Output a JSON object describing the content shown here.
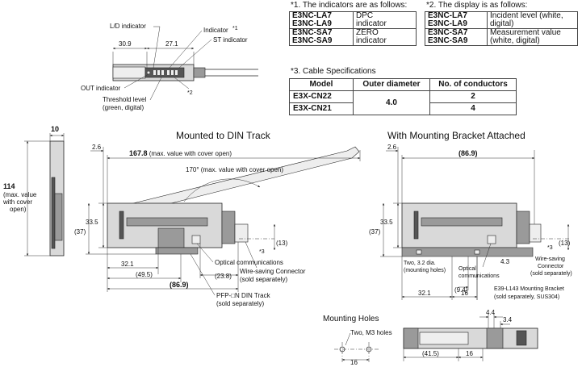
{
  "notes": {
    "note1_title": "*1.  The indicators are as follows:",
    "note2_title": "*2.  The display is as follows:",
    "note3_title": "*3.  Cable Specifications",
    "indicators_rows": [
      {
        "models": [
          "E3NC-LA7",
          "E3NC-LA9"
        ],
        "desc": [
          "DPC",
          "indicator"
        ]
      },
      {
        "models": [
          "E3NC-SA7",
          "E3NC-SA9"
        ],
        "desc": [
          "ZERO",
          "indicator"
        ]
      }
    ],
    "display_rows": [
      {
        "models": [
          "E3NC-LA7",
          "E3NC-LA9"
        ],
        "desc": [
          "Incident level (white,",
          "digital)"
        ]
      },
      {
        "models": [
          "E3NC-SA7",
          "E3NC-SA9"
        ],
        "desc": [
          "Measurement value",
          "(white, digital)"
        ]
      }
    ]
  },
  "cable": {
    "headers": [
      "Model",
      "Outer diameter",
      "No. of conductors"
    ],
    "rows": [
      {
        "model": "E3X-CN22",
        "conductors": "2"
      },
      {
        "model": "E3X-CN21",
        "conductors": "4"
      }
    ],
    "outer_diameter": "4.0"
  },
  "top_view": {
    "labels": {
      "ld": "L/D indicator",
      "indicator": "Indicator",
      "star1": "*1",
      "st": "ST indicator",
      "out": "OUT indicator",
      "threshold1": "Threshold level",
      "threshold2": "(green, digital)",
      "star2": "*2"
    },
    "dims": {
      "d1": "30.9",
      "d2": "27.1"
    }
  },
  "side_view": {
    "dims": {
      "w": "10",
      "h": "114",
      "h_note1": "(max. value",
      "h_note2": "with cover",
      "h_note3": "open)"
    }
  },
  "din": {
    "title": "Mounted to DIN Track",
    "dims": {
      "d26": "2.6",
      "len": "167.8",
      "len_note": " (max. value with cover open)",
      "angle": "170° (max. value with cover open)",
      "h335": "33.5",
      "h37": "(37)",
      "d321": "32.1",
      "d495": "(49.5)",
      "d869": "(86.9)",
      "d238": "(23.8)",
      "d13": "(13)",
      "star3": "*3"
    },
    "labels": {
      "optical": "Optical communications",
      "wire1": "Wire-saving Connector",
      "wire2": "(sold separately)",
      "pfp1": "PFP-□N DIN Track",
      "pfp2": "(sold separately)"
    }
  },
  "bracket": {
    "title": "With Mounting Bracket Attached",
    "dims": {
      "d26": "2.6",
      "len": "(86.9)",
      "h335": "33.5",
      "h37": "(37)",
      "d13": "(13)",
      "d43": "4.3",
      "d94": "(9.4)",
      "d321": "32.1",
      "d16": "16",
      "star3": "*3"
    },
    "labels": {
      "holes1": "Two, 3.2 dia.",
      "holes2": "(mounting holes)",
      "optical1": "Optical",
      "optical2": "communications",
      "wire1": "Wire-saving",
      "wire2": "Connector",
      "wire3": "(sold separately)",
      "e39_1": "E39-L143 Mounting Bracket",
      "e39_2": "(sold separately, SUS304)"
    }
  },
  "mounting_holes": {
    "title": "Mounting Holes",
    "label": "Two, M3 holes",
    "d16": "16"
  },
  "bottom_view": {
    "dims": {
      "d44": "4.4",
      "d34": "3.4",
      "d415": "(41.5)",
      "d16": "16"
    }
  }
}
